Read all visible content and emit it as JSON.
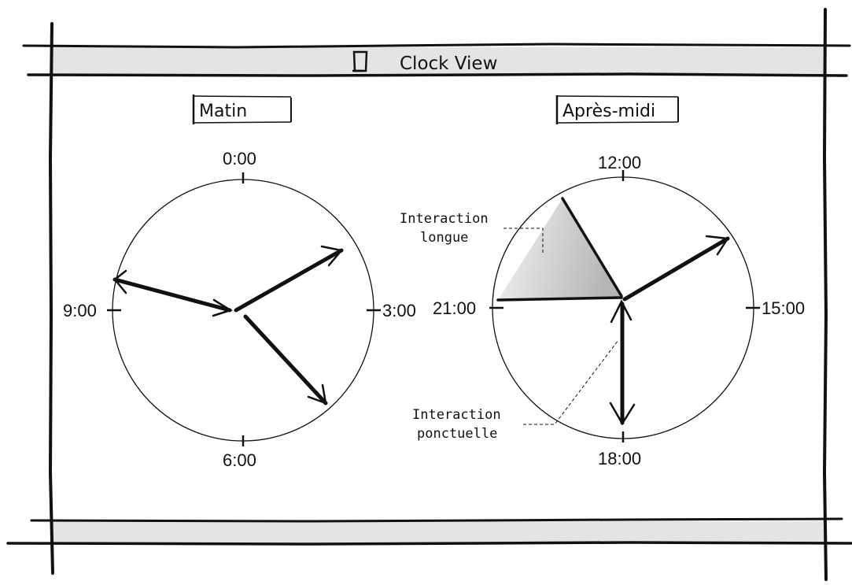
{
  "window": {
    "title": "Clock View"
  },
  "clocks": {
    "left": {
      "title": "Matin",
      "labels": {
        "top": "0:00",
        "right": "3:00",
        "bottom": "6:00",
        "left": "9:00"
      }
    },
    "right": {
      "title": "Après-midi",
      "labels": {
        "top": "12:00",
        "right": "15:00",
        "bottom": "18:00",
        "left": "21:00"
      }
    }
  },
  "annotations": {
    "long": {
      "line1": "Interaction",
      "line2": "longue"
    },
    "punctual": {
      "line1": "Interaction",
      "line2": "ponctuelle"
    }
  },
  "colors": {
    "frame": "#111111",
    "title_bar": "#e4e4e4",
    "sector_light": "#f2f2f2",
    "sector_dark": "#b9b9b9"
  },
  "icons": {
    "window_icon": "window-icon"
  }
}
